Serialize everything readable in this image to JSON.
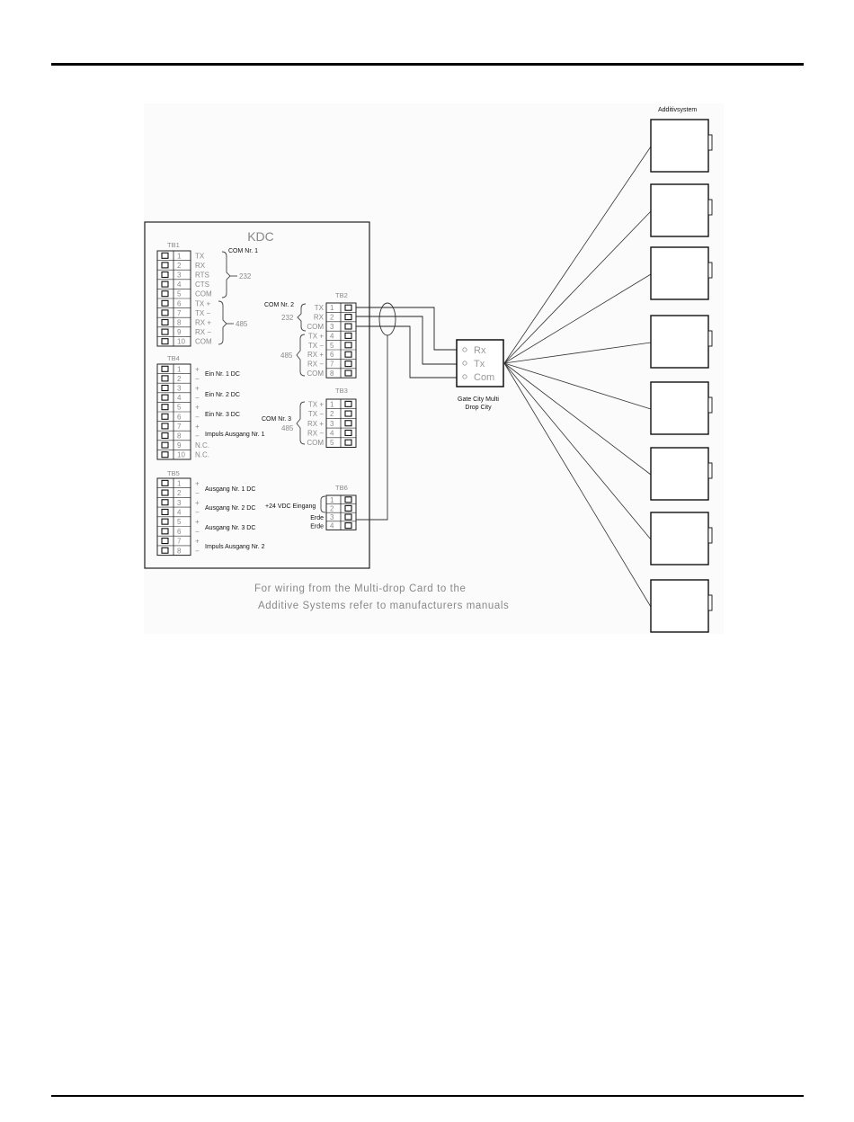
{
  "kdc": {
    "title": "KDC",
    "tb1": {
      "label": "TB1",
      "com_label": "COM Nr. 1",
      "group232": "232",
      "group485": "485",
      "rows": [
        {
          "n": "1",
          "sig": "TX"
        },
        {
          "n": "2",
          "sig": "RX"
        },
        {
          "n": "3",
          "sig": "RTS"
        },
        {
          "n": "4",
          "sig": "CTS"
        },
        {
          "n": "5",
          "sig": "COM"
        },
        {
          "n": "6",
          "sig": "TX  +"
        },
        {
          "n": "7",
          "sig": "TX  −"
        },
        {
          "n": "8",
          "sig": "RX  +"
        },
        {
          "n": "9",
          "sig": "RX  −"
        },
        {
          "n": "10",
          "sig": "COM"
        }
      ]
    },
    "tb4": {
      "label": "TB4",
      "rows": [
        {
          "n": "1",
          "pol": "+"
        },
        {
          "n": "2",
          "pol": "−"
        },
        {
          "n": "3",
          "pol": "+"
        },
        {
          "n": "4",
          "pol": "−"
        },
        {
          "n": "5",
          "pol": "+"
        },
        {
          "n": "6",
          "pol": "−"
        },
        {
          "n": "7",
          "pol": "+"
        },
        {
          "n": "8",
          "pol": "−"
        },
        {
          "n": "9",
          "pol": "N.C."
        },
        {
          "n": "10",
          "pol": "N.C."
        }
      ],
      "descs": [
        "Ein Nr. 1 DC",
        "Ein Nr. 2 DC",
        "Ein Nr. 3 DC",
        "Impuls Ausgang Nr. 1"
      ]
    },
    "tb5": {
      "label": "TB5",
      "rows": [
        {
          "n": "1",
          "pol": "+"
        },
        {
          "n": "2",
          "pol": "−"
        },
        {
          "n": "3",
          "pol": "+"
        },
        {
          "n": "4",
          "pol": "−"
        },
        {
          "n": "5",
          "pol": "+"
        },
        {
          "n": "6",
          "pol": "−"
        },
        {
          "n": "7",
          "pol": "+"
        },
        {
          "n": "8",
          "pol": "−"
        }
      ],
      "descs": [
        "Ausgang Nr. 1 DC",
        "Ausgang Nr. 2 DC",
        "Ausgang Nr. 3 DC",
        "Impuls Ausgang Nr. 2"
      ]
    },
    "tb2": {
      "label": "TB2",
      "com_label": "COM Nr. 2",
      "group232": "232",
      "group485": "485",
      "rows": [
        {
          "n": "1",
          "sig": "TX"
        },
        {
          "n": "2",
          "sig": "RX"
        },
        {
          "n": "3",
          "sig": "COM"
        },
        {
          "n": "4",
          "sig": "TX  +"
        },
        {
          "n": "5",
          "sig": "TX  −"
        },
        {
          "n": "6",
          "sig": "RX  +"
        },
        {
          "n": "7",
          "sig": "RX  −"
        },
        {
          "n": "8",
          "sig": "COM"
        }
      ]
    },
    "tb3": {
      "label": "TB3",
      "com_label": "COM Nr. 3",
      "group485": "485",
      "rows": [
        {
          "n": "1",
          "sig": "TX  +"
        },
        {
          "n": "2",
          "sig": "TX  −"
        },
        {
          "n": "3",
          "sig": "RX  +"
        },
        {
          "n": "4",
          "sig": "RX  −"
        },
        {
          "n": "5",
          "sig": "COM"
        }
      ]
    },
    "tb6": {
      "label": "TB6",
      "supply_label": "+24 VDC Eingang",
      "rows": [
        {
          "n": "1",
          "sig": ""
        },
        {
          "n": "2",
          "sig": ""
        },
        {
          "n": "3",
          "sig": "Erde"
        },
        {
          "n": "4",
          "sig": "Erde"
        }
      ]
    }
  },
  "multidrop": {
    "ports": [
      "Rx",
      "Tx",
      "Com"
    ],
    "caption_line1": "Gate City Multi",
    "caption_line2": "Drop City"
  },
  "additive": {
    "title": "Additivsystem",
    "unit_count": 8
  },
  "note": {
    "line1": "For wiring from the Multi-drop Card to the",
    "line2": "Additive Systems refer to manufacturers manuals"
  }
}
